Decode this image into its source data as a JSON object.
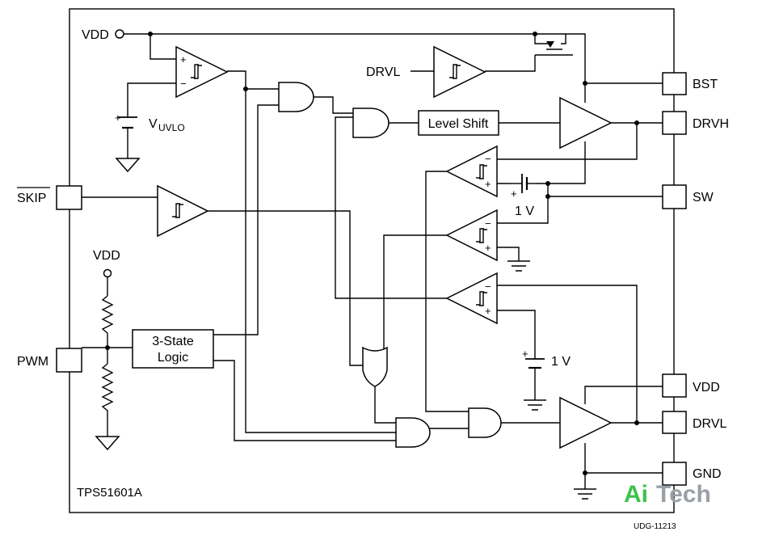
{
  "pins_left": {
    "vdd": "VDD",
    "skip": "SKIP",
    "pwm": "PWM"
  },
  "pins_right": {
    "bst": "BST",
    "drvh": "DRVH",
    "sw": "SW",
    "vdd": "VDD",
    "drvl": "DRVL",
    "gnd": "GND"
  },
  "labels": {
    "drvl_input": "DRVL",
    "vuvlo_main": "V",
    "vuvlo_sub": "UVLO",
    "vdd_divider": "VDD",
    "level_shift": "Level Shift",
    "three_state_line1": "3-State",
    "three_state_line2": "Logic",
    "ref_1v_top": "1 V",
    "ref_1v_bottom": "1 V",
    "part_number": "TPS51601A",
    "figure_id": "UDG-11213",
    "plus": "+",
    "minus": "−"
  },
  "watermark": {
    "part1": "Ai",
    "part2": "Tech",
    "color1": "#3fc14a",
    "color2": "#9aa0a6"
  }
}
